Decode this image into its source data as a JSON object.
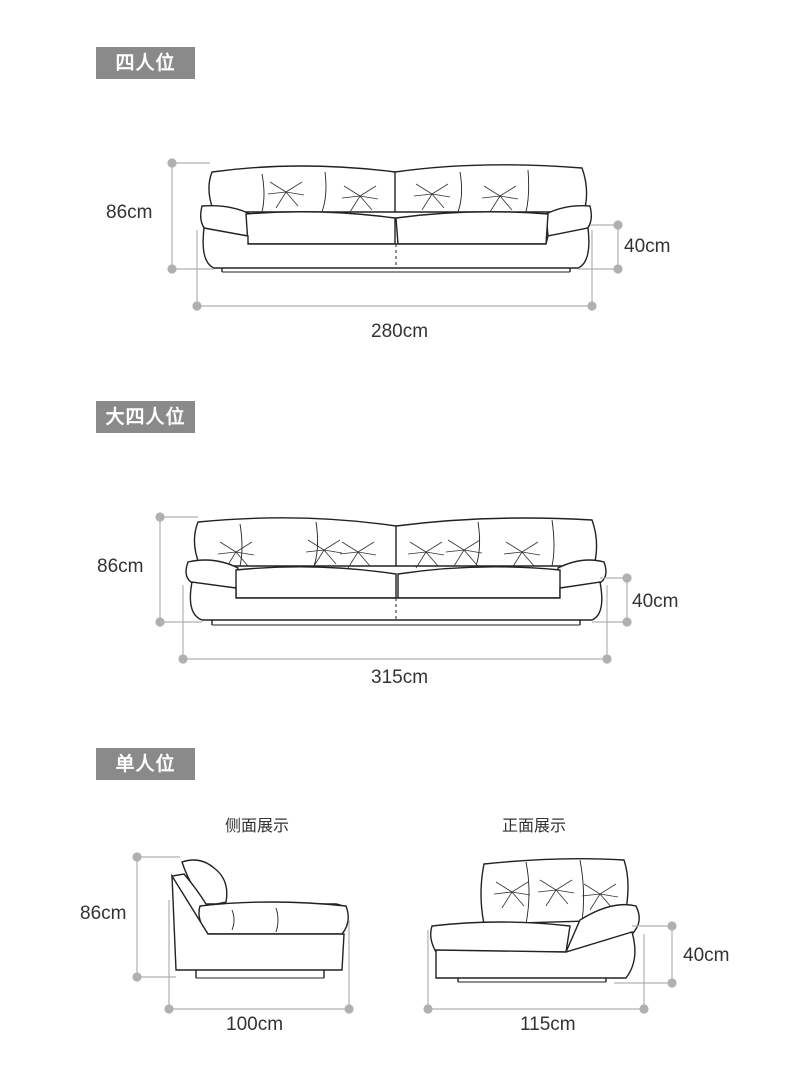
{
  "sections": [
    {
      "tag": "四人位",
      "height": "86cm",
      "seat_height": "40cm",
      "width": "280cm"
    },
    {
      "tag": "大四人位",
      "height": "86cm",
      "seat_height": "40cm",
      "width": "315cm"
    },
    {
      "tag": "单人位",
      "side_caption": "侧面展示",
      "front_caption": "正面展示",
      "side_height": "86cm",
      "side_width": "100cm",
      "front_seat_height": "40cm",
      "front_width": "115cm"
    }
  ]
}
